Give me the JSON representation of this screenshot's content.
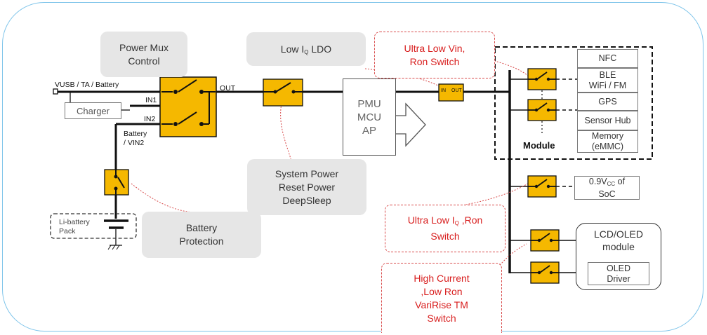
{
  "labels": {
    "vusb": "VUSB / TA / Battery",
    "in1": "IN1",
    "in2": "IN2",
    "out": "OUT",
    "battery_vin2_line1": "Battery",
    "battery_vin2_line2": "/ VIN2",
    "charger": "Charger",
    "li_battery_line1": "Li-battery",
    "li_battery_line2": "Pack",
    "ldo_in": "IN",
    "ldo_out": "OUT",
    "module": "Module"
  },
  "gray_boxes": {
    "power_mux_line1": "Power Mux",
    "power_mux_line2": "Control",
    "low_iq_ldo_pre": "Low I",
    "low_iq_ldo_sub": "Q",
    "low_iq_ldo_post": " LDO",
    "system_power_line1": "System Power",
    "system_power_line2": "Reset Power",
    "system_power_line3": "DeepSleep",
    "battery_protection_line1": "Battery",
    "battery_protection_line2": "Protection"
  },
  "red_callouts": {
    "ultra_low_vin_line1": "Ultra Low Vin,",
    "ultra_low_vin_line2": "Ron Switch",
    "ultra_low_iq_pre": "Ultra Low I",
    "ultra_low_iq_sub": "Q",
    "ultra_low_iq_post": " ,Ron",
    "ultra_low_iq_line2": "Switch",
    "high_current_line1": "High Current",
    "high_current_line2": ",Low Ron",
    "high_current_line3": "VariRise TM",
    "high_current_line4": "Switch"
  },
  "pmu": {
    "line1": "PMU",
    "line2": "MCU",
    "line3": "AP"
  },
  "module_items": {
    "nfc": "NFC",
    "ble_line1": "BLE",
    "ble_line2": "WiFi / FM",
    "gps": "GPS",
    "sensor_hub": "Sensor Hub",
    "memory_line1": "Memory",
    "memory_line2": "(eMMC)"
  },
  "soc": {
    "line1_pre": "0.9V",
    "line1_sub": "CC",
    "line1_post": " of",
    "line2": "SoC"
  },
  "lcd": {
    "line1": "LCD/OLED",
    "line2": "module",
    "driver_line1": "OLED",
    "driver_line2": "Driver"
  },
  "colors": {
    "switch_fill": "#f5b800",
    "callout_red": "#d81e1e",
    "frame_blue": "#7ec4ea",
    "gray_box": "#e6e6e6"
  }
}
